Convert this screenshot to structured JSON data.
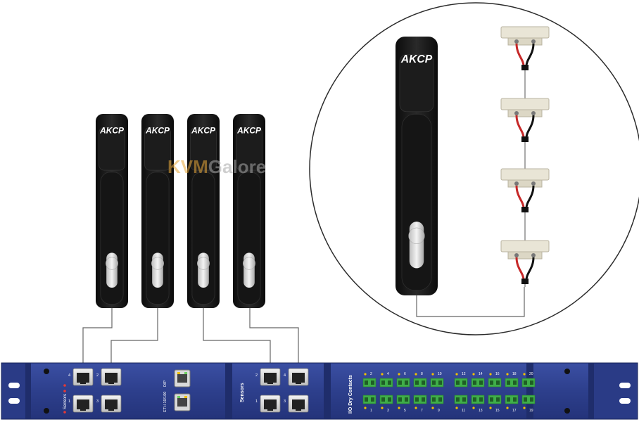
{
  "brand": "AKCP",
  "watermark": {
    "part1": "KVM",
    "part2": "Galore"
  },
  "handles": [
    {
      "brand": "AKCP"
    },
    {
      "brand": "AKCP"
    },
    {
      "brand": "AKCP"
    },
    {
      "brand": "AKCP"
    }
  ],
  "detail_handle": {
    "brand": "AKCP"
  },
  "contact_sensor_count": 4,
  "rack_unit": {
    "left_section_label": "Sensors",
    "left_port_numbers": [
      "1",
      "2",
      "3",
      "4"
    ],
    "dip_label": "DIP",
    "eth_label": "ETH 10/100",
    "mid_section_label": "Sensors",
    "mid_port_numbers": [
      "1",
      "2",
      "3",
      "4"
    ],
    "io_label": "I/O Dry Contacts",
    "io_top_numbers": [
      "2",
      "4",
      "6",
      "8",
      "10",
      "12",
      "14",
      "16",
      "18",
      "20"
    ],
    "io_bottom_numbers": [
      "1",
      "3",
      "5",
      "7",
      "9",
      "11",
      "13",
      "15",
      "17",
      "19"
    ]
  },
  "colors": {
    "chassis": "#2d3f8c",
    "chassis_dark": "#1f2d6b",
    "handle": "#111111",
    "terminal_green": "#3fae49",
    "wire_red": "#c62828",
    "sensor_body": "#e9e5d6"
  }
}
